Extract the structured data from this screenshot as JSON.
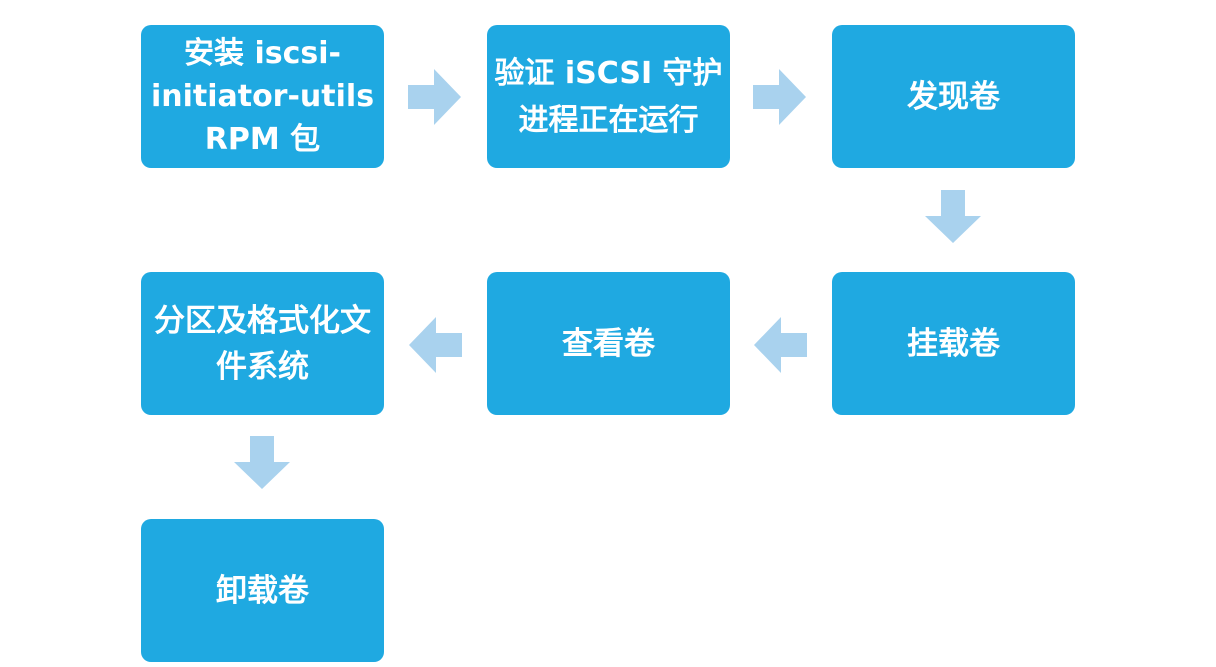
{
  "colors": {
    "box_fill": "#1fa9e1",
    "box_text": "#ffffff",
    "arrow_fill": "#a9d2ee",
    "background": "#ffffff"
  },
  "steps": [
    {
      "label": "安装 iscsi-initiator-utils RPM 包"
    },
    {
      "label": "验证 iSCSI 守护进程正在运行"
    },
    {
      "label": "发现卷"
    },
    {
      "label": "挂载卷"
    },
    {
      "label": "查看卷"
    },
    {
      "label": "分区及格式化文件系统"
    },
    {
      "label": "卸载卷"
    }
  ],
  "arrows": [
    {
      "icon": "arrow-right-icon"
    },
    {
      "icon": "arrow-right-icon"
    },
    {
      "icon": "arrow-down-icon"
    },
    {
      "icon": "arrow-left-icon"
    },
    {
      "icon": "arrow-left-icon"
    },
    {
      "icon": "arrow-down-icon"
    }
  ]
}
